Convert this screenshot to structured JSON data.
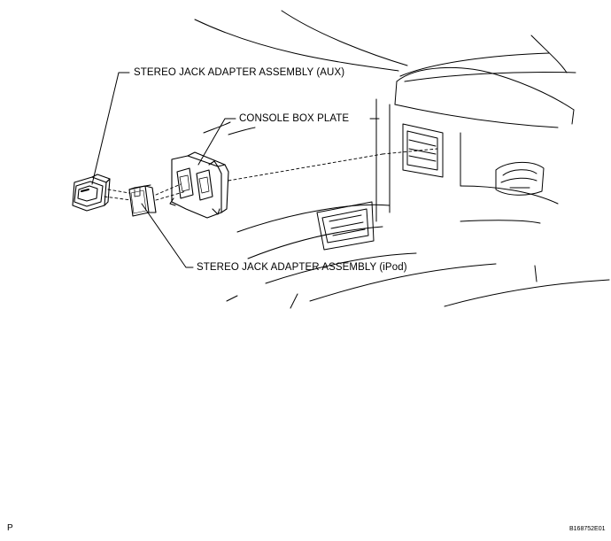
{
  "labels": {
    "aux": "STEREO JACK ADAPTER ASSEMBLY (AUX)",
    "plate": "CONSOLE BOX PLATE",
    "ipod": "STEREO JACK ADAPTER ASSEMBLY (iPod)"
  },
  "footer": {
    "left_mark": "P",
    "figure_code": "B168752E01"
  }
}
